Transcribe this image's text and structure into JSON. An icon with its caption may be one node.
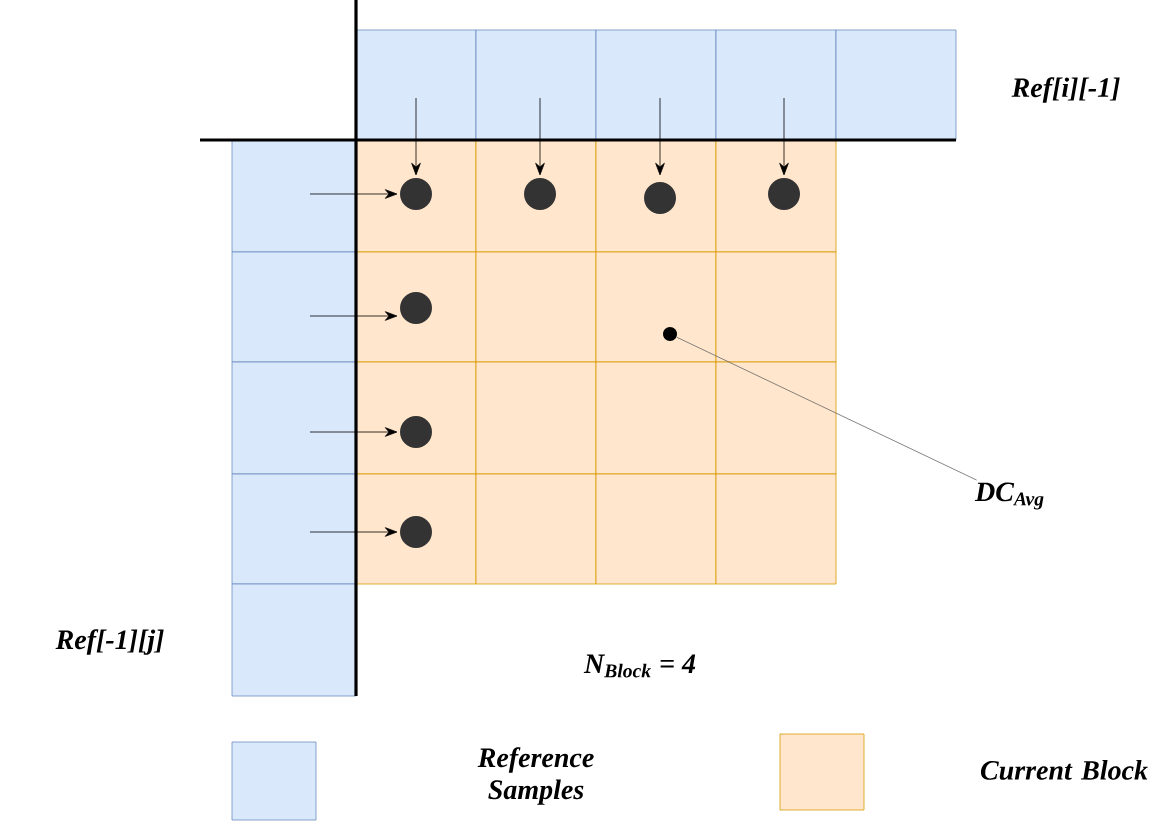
{
  "diagram": {
    "nodes": [
      {
        "text": [
          "DC$_{Avg}$"
        ]
      },
      {
        "text": [],
        "shape": "circle"
      }
    ],
    "edges": [
      {
        "from": 0,
        "to": 1,
        "arrow": "none"
      }
    ],
    "labels": [
      "Ref[i][-1]",
      "Ref[-1][j]",
      "N$_{Block}$ = 4"
    ],
    "legend": [
      {
        "text": "Reference Samples",
        "color": "#dae8fc"
      },
      {
        "text": "Current Block",
        "color": "#ffe6cc"
      }
    ]
  }
}
